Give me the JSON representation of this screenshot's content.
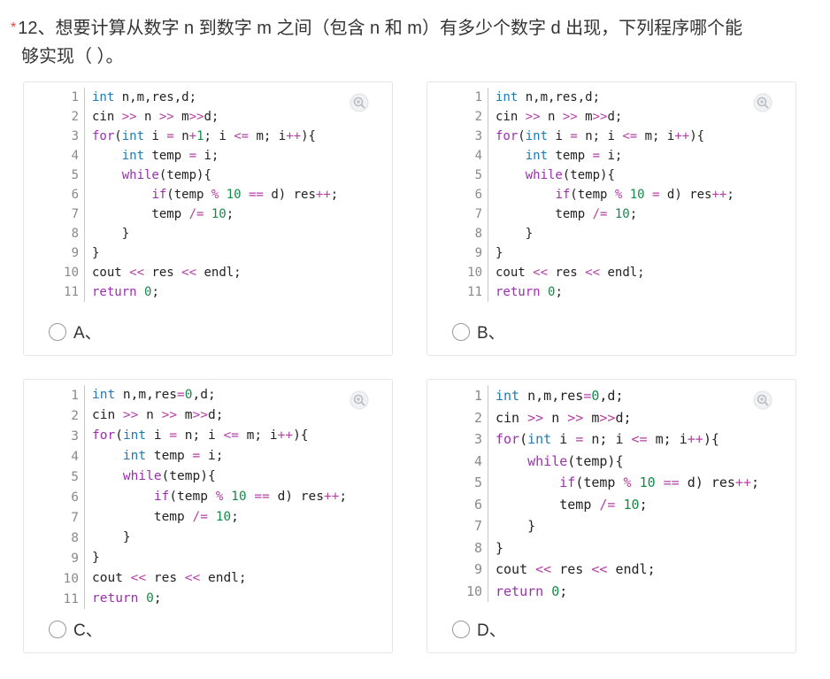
{
  "question": {
    "required_mark": "*",
    "text_line1": "12、想要计算从数字 n 到数字 m 之间（包含 n 和 m）有多少个数字 d 出现，下列程序哪个能",
    "text_line2": "够实现（ ）。"
  },
  "options": [
    {
      "label": "A、",
      "lines": [
        {
          "n": "1",
          "code": "int n,m,res,d;"
        },
        {
          "n": "2",
          "code": "cin >> n >> m>>d;"
        },
        {
          "n": "3",
          "code": "for(int i = n+1; i <= m; i++){"
        },
        {
          "n": "4",
          "code": "    int temp = i;"
        },
        {
          "n": "5",
          "code": "    while(temp){"
        },
        {
          "n": "6",
          "code": "        if(temp % 10 == d) res++;"
        },
        {
          "n": "7",
          "code": "        temp /= 10;"
        },
        {
          "n": "8",
          "code": "    }"
        },
        {
          "n": "9",
          "code": "}"
        },
        {
          "n": "10",
          "code": "cout << res << endl;"
        },
        {
          "n": "11",
          "code": "return 0;"
        }
      ]
    },
    {
      "label": "B、",
      "lines": [
        {
          "n": "1",
          "code": "int n,m,res,d;"
        },
        {
          "n": "2",
          "code": "cin >> n >> m>>d;"
        },
        {
          "n": "3",
          "code": "for(int i = n; i <= m; i++){"
        },
        {
          "n": "4",
          "code": "    int temp = i;"
        },
        {
          "n": "5",
          "code": "    while(temp){"
        },
        {
          "n": "6",
          "code": "        if(temp % 10 = d) res++;"
        },
        {
          "n": "7",
          "code": "        temp /= 10;"
        },
        {
          "n": "8",
          "code": "    }"
        },
        {
          "n": "9",
          "code": "}"
        },
        {
          "n": "10",
          "code": "cout << res << endl;"
        },
        {
          "n": "11",
          "code": "return 0;"
        }
      ]
    },
    {
      "label": "C、",
      "lines": [
        {
          "n": "1",
          "code": "int n,m,res=0,d;"
        },
        {
          "n": "2",
          "code": "cin >> n >> m>>d;"
        },
        {
          "n": "3",
          "code": "for(int i = n; i <= m; i++){"
        },
        {
          "n": "4",
          "code": "    int temp = i;"
        },
        {
          "n": "5",
          "code": "    while(temp){"
        },
        {
          "n": "6",
          "code": "        if(temp % 10 == d) res++;"
        },
        {
          "n": "7",
          "code": "        temp /= 10;"
        },
        {
          "n": "8",
          "code": "    }"
        },
        {
          "n": "9",
          "code": "}"
        },
        {
          "n": "10",
          "code": "cout << res << endl;"
        },
        {
          "n": "11",
          "code": "return 0;"
        }
      ]
    },
    {
      "label": "D、",
      "lines": [
        {
          "n": "1",
          "code": "int n,m,res=0,d;"
        },
        {
          "n": "2",
          "code": "cin >> n >> m>>d;"
        },
        {
          "n": "3",
          "code": "for(int i = n; i <= m; i++){"
        },
        {
          "n": "4",
          "code": "    while(temp){"
        },
        {
          "n": "5",
          "code": "        if(temp % 10 == d) res++;"
        },
        {
          "n": "6",
          "code": "        temp /= 10;"
        },
        {
          "n": "7",
          "code": "    }"
        },
        {
          "n": "8",
          "code": "}"
        },
        {
          "n": "9",
          "code": "cout << res << endl;"
        },
        {
          "n": "10",
          "code": "return 0;"
        }
      ]
    }
  ]
}
